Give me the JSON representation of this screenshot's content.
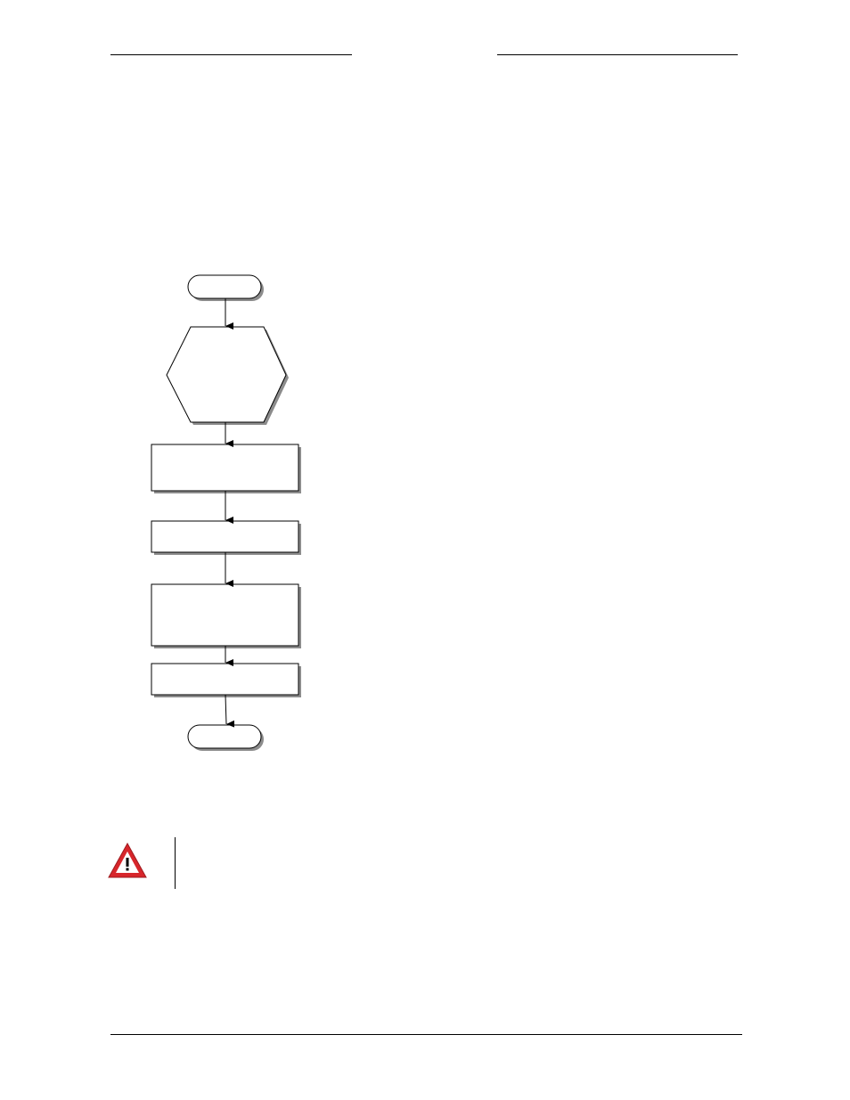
{
  "header": {
    "left_text": "",
    "right_text": ""
  },
  "flowchart": {
    "nodes": [
      {
        "id": "start",
        "shape": "terminator",
        "label": ""
      },
      {
        "id": "prep",
        "shape": "hexagon",
        "label": ""
      },
      {
        "id": "step1",
        "shape": "process",
        "label": ""
      },
      {
        "id": "step2",
        "shape": "process",
        "label": ""
      },
      {
        "id": "step3",
        "shape": "process",
        "label": ""
      },
      {
        "id": "step4",
        "shape": "process",
        "label": ""
      },
      {
        "id": "end",
        "shape": "terminator",
        "label": ""
      }
    ],
    "edges": [
      {
        "from": "start",
        "to": "prep"
      },
      {
        "from": "prep",
        "to": "step1"
      },
      {
        "from": "step1",
        "to": "step2"
      },
      {
        "from": "step2",
        "to": "step3"
      },
      {
        "from": "step3",
        "to": "step4"
      },
      {
        "from": "step4",
        "to": "end"
      }
    ]
  },
  "warning": {
    "icon": "warning-triangle-icon",
    "color": "#d7262b",
    "text": ""
  },
  "footer": {
    "text": ""
  },
  "colors": {
    "line": "#000000",
    "shadow": "#8c8c8c",
    "fill": "#ffffff"
  }
}
